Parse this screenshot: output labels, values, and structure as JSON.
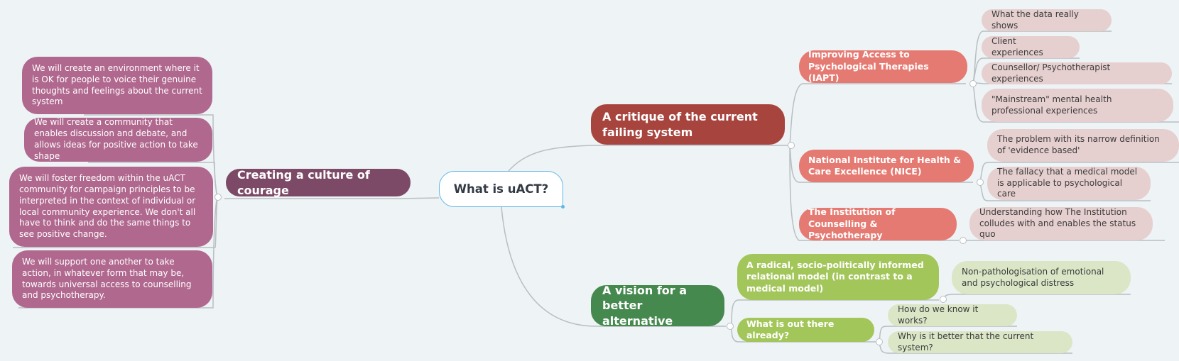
{
  "map": {
    "root": {
      "label": "What is uACT?",
      "border_color": "#5cb8e6"
    },
    "left": {
      "topic": {
        "label": "Creating a culture of courage",
        "color": "#7c4a66"
      },
      "leaf_color": "#b0688e",
      "items": [
        {
          "label": "We will create an environment where it is OK for people to voice their genuine thoughts and feelings about the current system"
        },
        {
          "label": "We will create a community that enables discussion and debate, and allows ideas for positive action to take shape"
        },
        {
          "label": "We will foster freedom within the uACT community for campaign principles to be interpreted in the context of individual or local community experience.  We don't all have to think and do the same things to see positive change."
        },
        {
          "label": "We will support one another to take action, in whatever form that may be, towards universal access to counselling and psychotherapy."
        }
      ]
    },
    "critique": {
      "topic": {
        "label": "A critique of the current failing system",
        "color": "#a8443e"
      },
      "sub_color": "#e57a72",
      "leaf_color": "#e6cfcf",
      "subtopics": [
        {
          "label": "Improving Access to Psychological Therapies (IAPT)",
          "items": [
            {
              "label": "What the data really shows"
            },
            {
              "label": "Client experiences"
            },
            {
              "label": "Counsellor/ Psychotherapist experiences"
            },
            {
              "label": "\"Mainstream\" mental health professional experiences"
            }
          ]
        },
        {
          "label": "National Institute for Health & Care Excellence (NICE)",
          "items": [
            {
              "label": "The problem with its narrow definition of 'evidence based'"
            },
            {
              "label": "The fallacy that a medical model is applicable to psychological care"
            }
          ]
        },
        {
          "label": "The Institution of Counselling & Psychotherapy",
          "items": [
            {
              "label": "Understanding how The Institution colludes with and enables the status quo"
            }
          ]
        }
      ]
    },
    "vision": {
      "topic": {
        "label": "A vision for a better alternative",
        "color": "#45894f"
      },
      "sub_color": "#a3c65a",
      "leaf_color": "#dbe6c7",
      "subtopics": [
        {
          "label": "A radical, socio-politically informed relational model (in contrast to a medical model)",
          "items": [
            {
              "label": "Non-pathologisation of emotional and psychological distress"
            }
          ]
        },
        {
          "label": "What is out there already?",
          "items": [
            {
              "label": "How do we know it works?"
            },
            {
              "label": "Why is it better that the current system?"
            }
          ]
        }
      ]
    },
    "connector_color": "#b9bec2",
    "background": "#eef3f6"
  }
}
